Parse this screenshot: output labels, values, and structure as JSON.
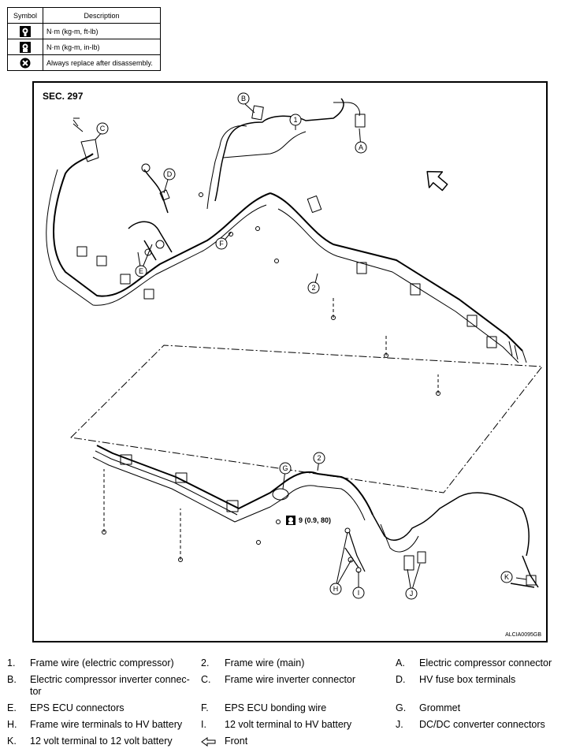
{
  "symbol_table": {
    "headers": {
      "symbol": "Symbol",
      "description": "Description"
    },
    "rows": [
      {
        "icon": "torque-ftlb-icon",
        "description": "N·m (kg-m, ft-lb)"
      },
      {
        "icon": "torque-inlb-icon",
        "description": "N·m (kg-m, in-lb)"
      },
      {
        "icon": "replace-icon",
        "description": "Always replace after disassembly."
      }
    ]
  },
  "diagram": {
    "section": "SEC. 297",
    "code": "ALCIA0095GB",
    "torque_label": "9 (0.9, 80)",
    "callouts": {
      "one": "1",
      "two_top": "2",
      "two_bottom": "2",
      "a": "A",
      "b": "B",
      "c": "C",
      "d": "D",
      "e": "E",
      "f": "F",
      "g": "G",
      "h": "H",
      "i": "I",
      "j": "J",
      "k": "K"
    }
  },
  "legend": [
    [
      {
        "key": "1.",
        "desc": "Frame wire (electric compressor)"
      },
      {
        "key": "2.",
        "desc": "Frame wire (main)"
      },
      {
        "key": "A.",
        "desc": "Electric compressor connector"
      }
    ],
    [
      {
        "key": "B.",
        "desc": "Electric compressor inverter connec-tor"
      },
      {
        "key": "C.",
        "desc": "Frame wire inverter connector"
      },
      {
        "key": "D.",
        "desc": "HV fuse box terminals"
      }
    ],
    [
      {
        "key": "E.",
        "desc": "EPS ECU connectors"
      },
      {
        "key": "F.",
        "desc": "EPS ECU bonding wire"
      },
      {
        "key": "G.",
        "desc": "Grommet"
      }
    ],
    [
      {
        "key": "H.",
        "desc": "Frame wire terminals to HV battery"
      },
      {
        "key": "I.",
        "desc": "12 volt terminal to HV battery"
      },
      {
        "key": "J.",
        "desc": "DC/DC converter connectors"
      }
    ],
    [
      {
        "key": "K.",
        "desc": "12 volt terminal to 12 volt battery"
      },
      {
        "key": "front_arrow",
        "desc": "Front"
      }
    ]
  ],
  "colors": {
    "line": "#000000",
    "background": "#ffffff"
  }
}
